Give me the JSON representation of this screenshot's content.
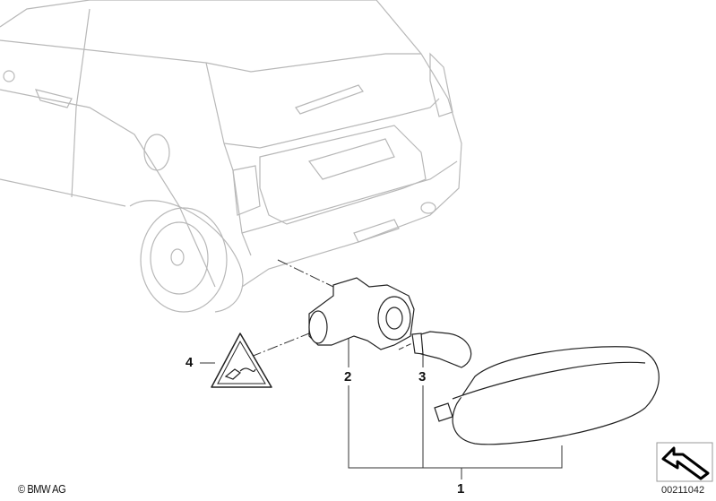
{
  "diagram": {
    "callouts": [
      {
        "number": "1",
        "part": "side-indicator-lamp"
      },
      {
        "number": "2",
        "part": "bulb-socket"
      },
      {
        "number": "3",
        "part": "bulb"
      },
      {
        "number": "4",
        "part": "warning-label-triangle"
      }
    ],
    "copyright": "© BMW AG",
    "drawing_number": "00211042"
  }
}
